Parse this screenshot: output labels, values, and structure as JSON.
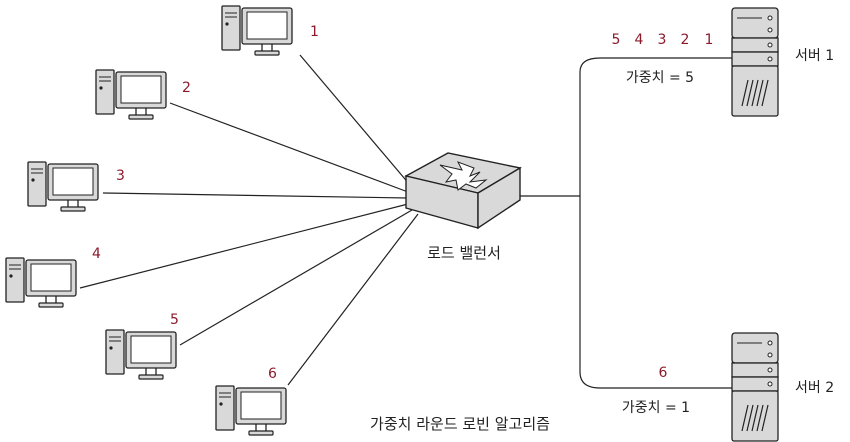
{
  "title": "가중치 라운드 로빈 알고리즘",
  "load_balancer": {
    "label": "로드 밸런서"
  },
  "clients": [
    {
      "label": "1"
    },
    {
      "label": "2"
    },
    {
      "label": "3"
    },
    {
      "label": "4"
    },
    {
      "label": "5"
    },
    {
      "label": "6"
    }
  ],
  "servers": [
    {
      "label": "서버 1",
      "weight_label": "가중치 = 5",
      "assigned": [
        "5",
        "4",
        "3",
        "2",
        "1"
      ]
    },
    {
      "label": "서버 2",
      "weight_label": "가중치 = 1",
      "assigned": [
        "6"
      ]
    }
  ],
  "colors": {
    "line": "#222222",
    "number": "#8b1a2b",
    "fill": "#d9d9d9"
  }
}
